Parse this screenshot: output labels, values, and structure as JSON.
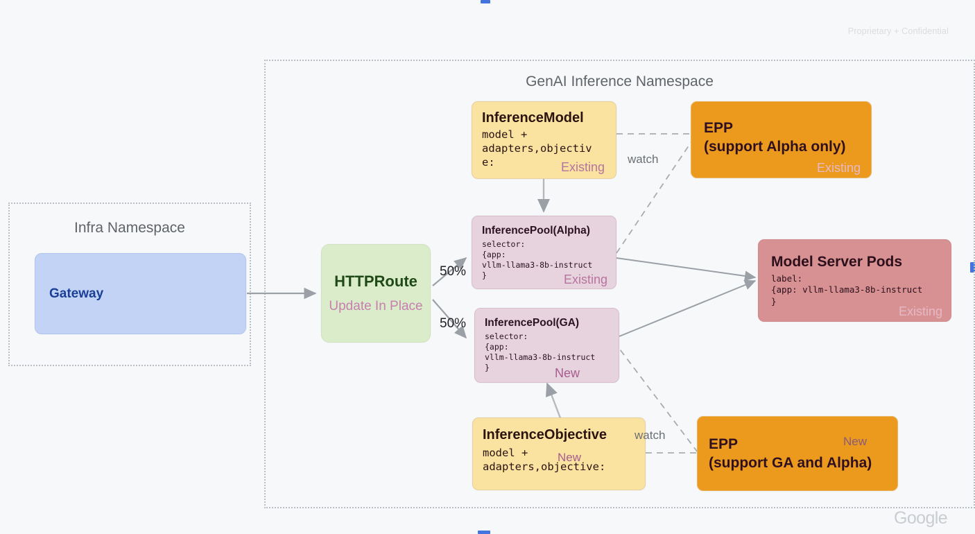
{
  "slide": {
    "confidential": "Proprietary + Confidential",
    "brand": "Google"
  },
  "namespaces": [
    {
      "id": "infra",
      "title": "Infra Namespace"
    },
    {
      "id": "genai",
      "title": "GenAI Inference Namespace"
    }
  ],
  "nodes": {
    "gateway": {
      "title": "Gateway",
      "tag": ""
    },
    "httproute": {
      "title": "HTTPRoute",
      "subtitle": "Update In Place"
    },
    "inference_model": {
      "title": "InferenceModel",
      "body": "model +\nadapters,objectiv\ne:",
      "tag": "Existing"
    },
    "inference_pool_alpha": {
      "title": "InferencePool(Alpha)",
      "body": "selector:\n{app:\nvllm-llama3-8b-instruct\n}",
      "tag": "Existing"
    },
    "inference_pool_ga": {
      "title": "InferencePool(GA)",
      "body": "selector:\n{app:\nvllm-llama3-8b-instruct\n}",
      "tag": "New"
    },
    "inference_objective": {
      "title": "InferenceObjective",
      "body": "model +\nadapters,objective:",
      "tag": "New"
    },
    "epp_alpha": {
      "title_line1": "EPP",
      "title_line2": "(support Alpha only)",
      "tag": "Existing"
    },
    "epp_ga": {
      "title_line1": "EPP",
      "title_line2": "(support GA and Alpha)",
      "tag": "New"
    },
    "model_server_pods": {
      "title": "Model Server Pods",
      "body": "label:\n{app: vllm-llama3-8b-instruct\n}",
      "tag": "Existing"
    }
  },
  "edges": {
    "split_top_label": "50%",
    "split_bottom_label": "50%",
    "watch_top_label": "watch",
    "watch_bottom_label": "watch"
  },
  "colors": {
    "gateway_fill": "#c3d3f5",
    "httproute_fill": "#dbeccb",
    "yellow_fill": "#fae2a0",
    "plum_fill": "#e7d3de",
    "orange_fill": "#eb9a1e",
    "salmon_fill": "#d79193",
    "edge_stroke": "#9aa0a6",
    "background": "#f7f8fa"
  }
}
